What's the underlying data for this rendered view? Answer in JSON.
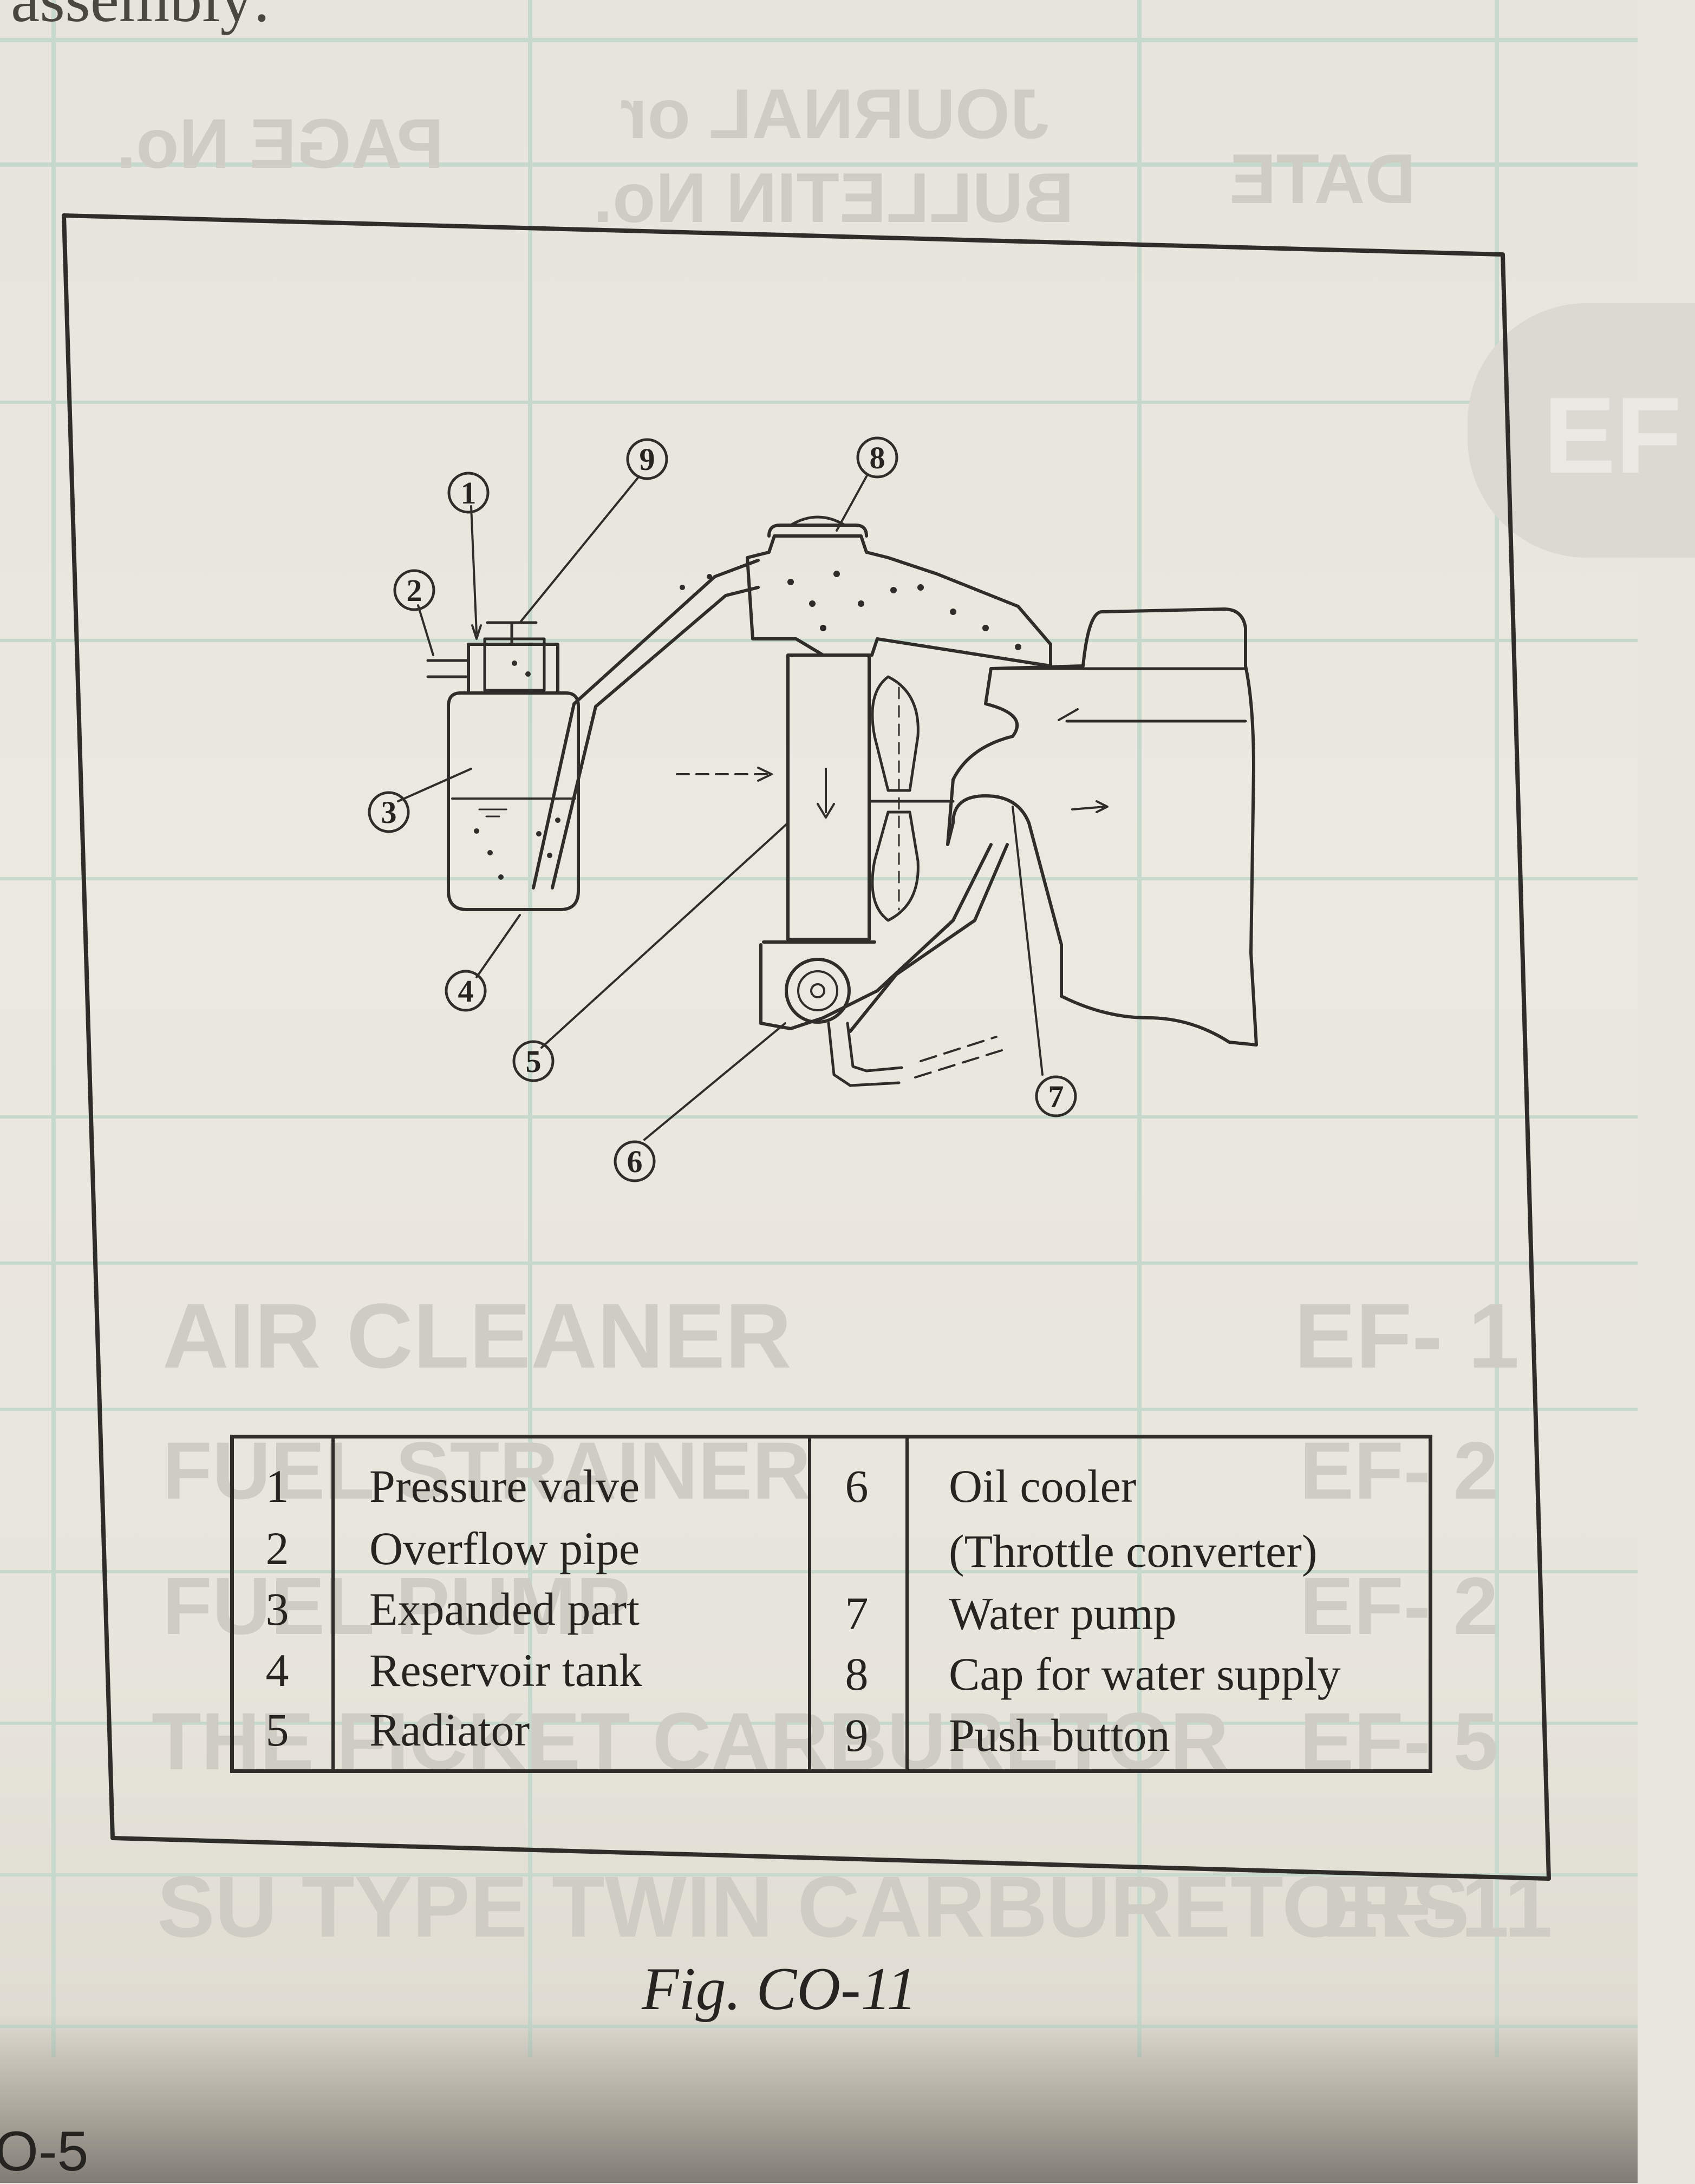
{
  "page_header_fragment": "assembly:",
  "background_form": {
    "headers": [
      "PAGE No.",
      "JOURNAL or",
      "BULLETIN No.",
      "DATE"
    ],
    "rows": [
      {
        "title": "AIR CLEANER",
        "page": "EF- 1"
      },
      {
        "title": "FUEL STRAINER",
        "page": "EF- 2"
      },
      {
        "title": "FUEL PUMP",
        "page": "EF- 2"
      },
      {
        "title": "THE FICKET CARBURETOR",
        "page": "EF- 5"
      },
      {
        "title": "SU TYPE TWIN CARBURETORS",
        "page": "EF-11"
      }
    ],
    "section_tab": "EF"
  },
  "callouts": [
    "1",
    "2",
    "3",
    "4",
    "5",
    "6",
    "7",
    "8",
    "9"
  ],
  "parts_table": {
    "left": [
      {
        "num": "1",
        "label": "Pressure valve"
      },
      {
        "num": "2",
        "label": "Overflow pipe"
      },
      {
        "num": "3",
        "label": "Expanded part"
      },
      {
        "num": "4",
        "label": "Reservoir tank"
      },
      {
        "num": "5",
        "label": "Radiator"
      }
    ],
    "right": [
      {
        "num": "6",
        "label": "Oil cooler"
      },
      {
        "num": "",
        "label": "(Throttle converter)"
      },
      {
        "num": "7",
        "label": "Water pump"
      },
      {
        "num": "8",
        "label": "Cap for water supply"
      },
      {
        "num": "9",
        "label": "Push button"
      }
    ]
  },
  "figure_caption": "Fig. CO-11",
  "page_number": "O-5",
  "colors": {
    "ink": "#262421",
    "paper": "#e9e6dd",
    "form_grid": "#c6d9cc"
  }
}
